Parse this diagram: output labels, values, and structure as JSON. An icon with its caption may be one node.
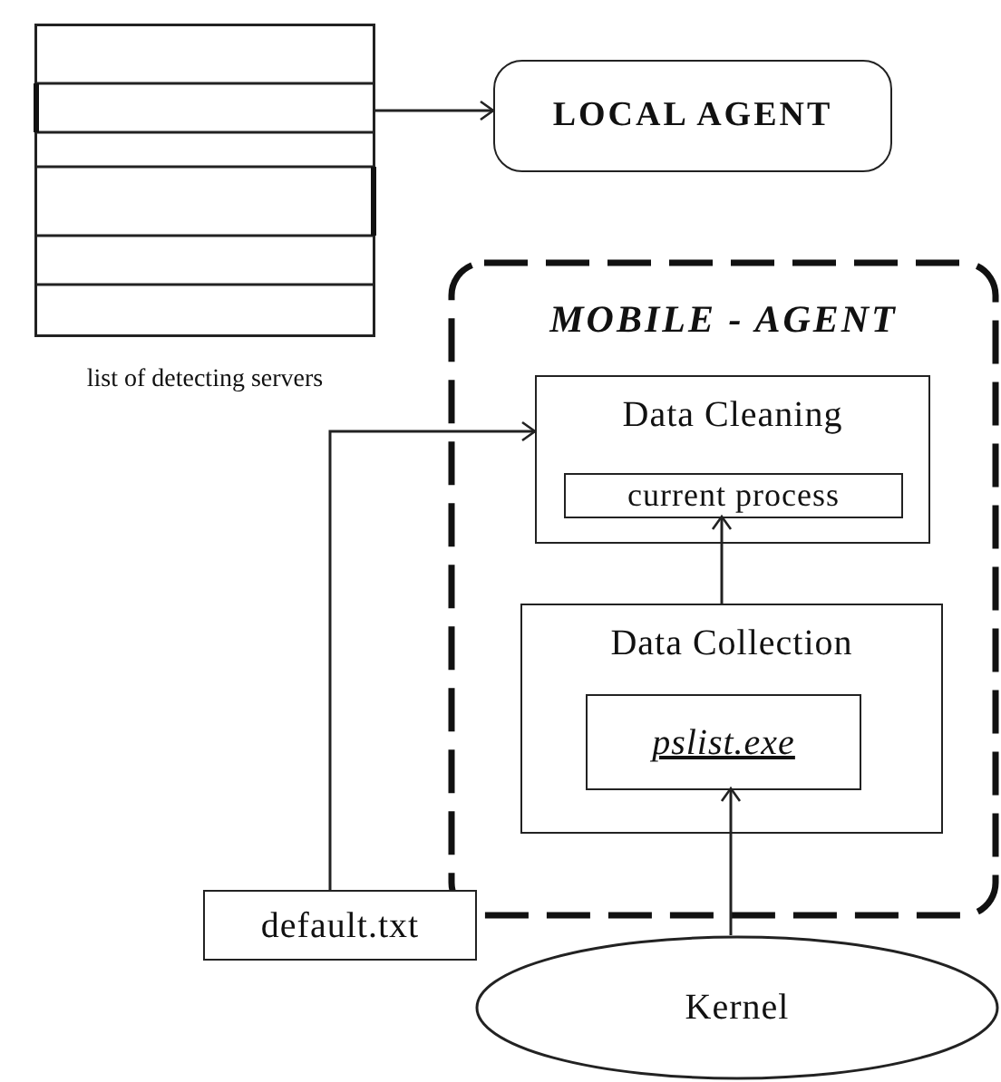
{
  "diagram": {
    "nodes": [
      {
        "text": [],
        "shape": "box",
        "beside": [
          "list of detecting servers"
        ]
      },
      {
        "text": [
          "LOCAL AGENT"
        ]
      },
      {
        "text": [
          "MOBILE - AGENT"
        ]
      },
      {
        "text": [
          "Data Cleaning"
        ],
        "in": 2
      },
      {
        "text": [
          "current process"
        ],
        "in": 3
      },
      {
        "text": [
          "Data Collection"
        ],
        "in": 2
      },
      {
        "text": [
          "pslist.exe"
        ],
        "in": 5
      },
      {
        "text": [
          "default.txt"
        ]
      },
      {
        "text": [
          "Kernel"
        ]
      }
    ],
    "edges": [
      {
        "from": 0,
        "to": 1,
        "arrow": "to"
      },
      {
        "from": 7,
        "to": 3,
        "arrow": "to"
      },
      {
        "from": 5,
        "to": 4,
        "arrow": "to"
      },
      {
        "from": 8,
        "to": 6,
        "arrow": "to"
      }
    ]
  }
}
